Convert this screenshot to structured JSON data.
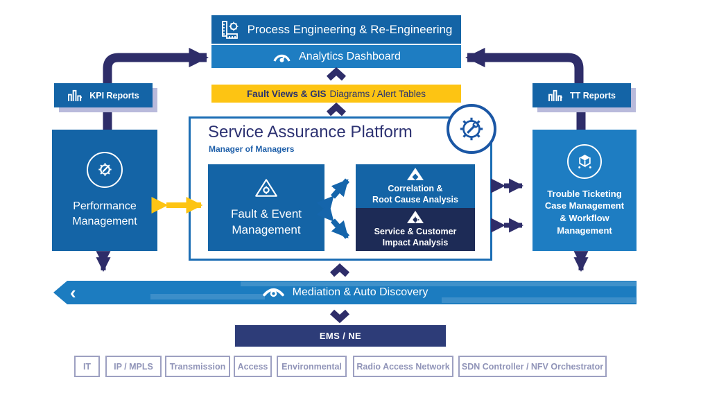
{
  "palette": {
    "blue": "#1464a6",
    "light_blue": "#1e7dc2",
    "navy_arrow": "#2e2d69",
    "dark_navy_box": "#1d2b56",
    "ems_navy": "#2d3c78",
    "yellow": "#fdc413",
    "sap_border": "#1b6db4",
    "badge_blue": "#1b57a5",
    "domain_gray": "#9da0c1",
    "shadow": "#b9badb"
  },
  "top": {
    "process_engineering": {
      "label": "Process Engineering & Re-Engineering",
      "icon": "ruler-gear-icon"
    },
    "analytics_dashboard": {
      "label": "Analytics Dashboard",
      "icon": "gauge-icon"
    },
    "fault_views_bar": {
      "label_bold": "Fault Views & GIS",
      "label_rest": "Diagrams / Alert Tables"
    }
  },
  "left": {
    "kpi_reports": {
      "label": "KPI Reports",
      "icon": "bar-chart-icon"
    },
    "performance_management": {
      "label": "Performance\nManagement",
      "icon": "gear-wrench-circle-icon"
    }
  },
  "right": {
    "tt_reports": {
      "label": "TT Reports",
      "icon": "bar-chart-icon"
    },
    "trouble_ticketing": {
      "label": "Trouble Ticketing\nCase Management\n& Workflow\nManagement",
      "icon": "package-circle-icon"
    }
  },
  "platform": {
    "title": "Service Assurance Platform",
    "subtitle": "Manager of Managers",
    "badge_icon": "gear-wrench-badge-icon",
    "fault_event": {
      "label": "Fault & Event\nManagement",
      "icon": "triangle-gear-icon"
    },
    "correlation": {
      "label": "Correlation &\nRoot Cause Analysis",
      "icon": "pyramid-icon"
    },
    "impact": {
      "label": "Service & Customer\nImpact Analysis",
      "icon": "pyramid-gear-icon"
    }
  },
  "mediation": {
    "label": "Mediation & Auto Discovery",
    "icon": "eye-icon",
    "chevron": "‹"
  },
  "ems": {
    "label": "EMS / NE"
  },
  "domains": [
    "IT",
    "IP / MPLS",
    "Transmission",
    "Access",
    "Environmental",
    "Radio Access Network",
    "SDN Controller / NFV Orchestrator"
  ]
}
